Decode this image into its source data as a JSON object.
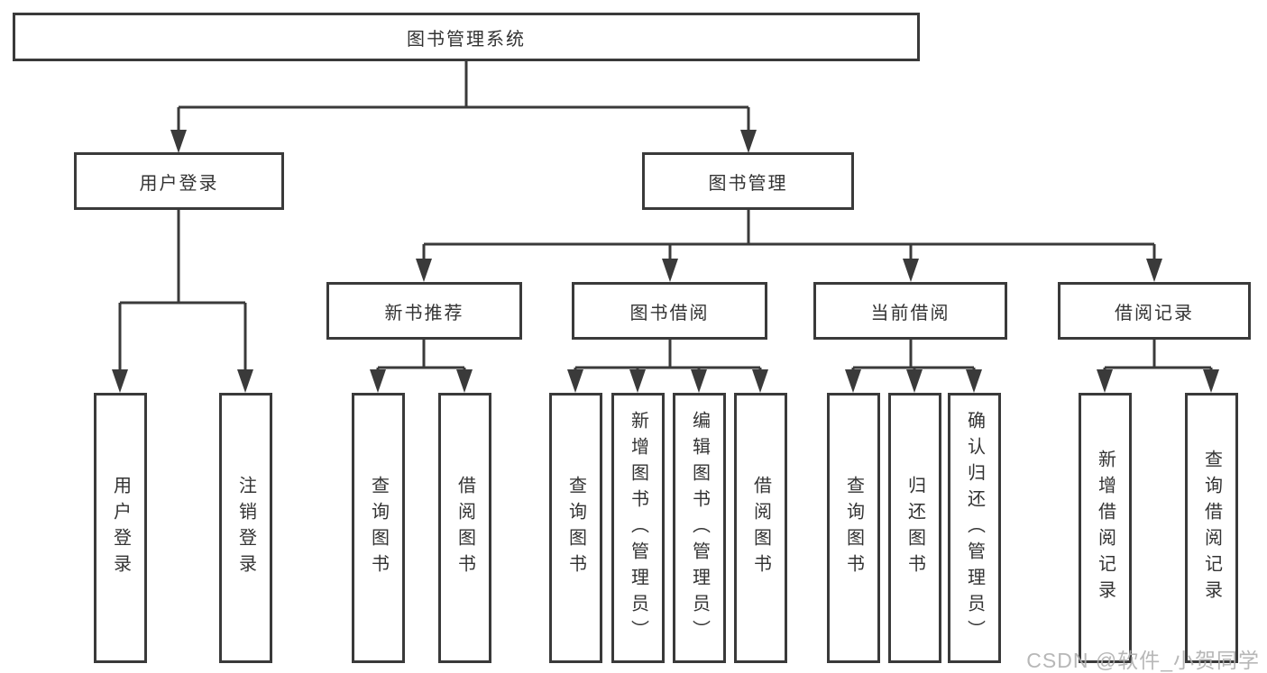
{
  "diagram_title": "图书管理系统",
  "tree": {
    "label": "图书管理系统",
    "children": [
      {
        "label": "用户登录",
        "children": [
          {
            "label": "用户登录"
          },
          {
            "label": "注销登录"
          }
        ]
      },
      {
        "label": "图书管理",
        "children": [
          {
            "label": "新书推荐",
            "children": [
              {
                "label": "查询图书"
              },
              {
                "label": "借阅图书"
              }
            ]
          },
          {
            "label": "图书借阅",
            "children": [
              {
                "label": "查询图书"
              },
              {
                "label": "新增图书（管理员）"
              },
              {
                "label": "编辑图书（管理员）"
              },
              {
                "label": "借阅图书"
              }
            ]
          },
          {
            "label": "当前借阅",
            "children": [
              {
                "label": "查询图书"
              },
              {
                "label": "归还图书"
              },
              {
                "label": "确认归还（管理员）"
              }
            ]
          },
          {
            "label": "借阅记录",
            "children": [
              {
                "label": "新增借阅记录"
              },
              {
                "label": "查询借阅记录"
              }
            ]
          }
        ]
      }
    ]
  },
  "watermark": "CSDN @软件_小贺同学",
  "colors": {
    "line": "#3a3a3a",
    "box_border": "#3a3a3a",
    "text": "#333333",
    "watermark": "#afafaf",
    "background": "#ffffff"
  }
}
